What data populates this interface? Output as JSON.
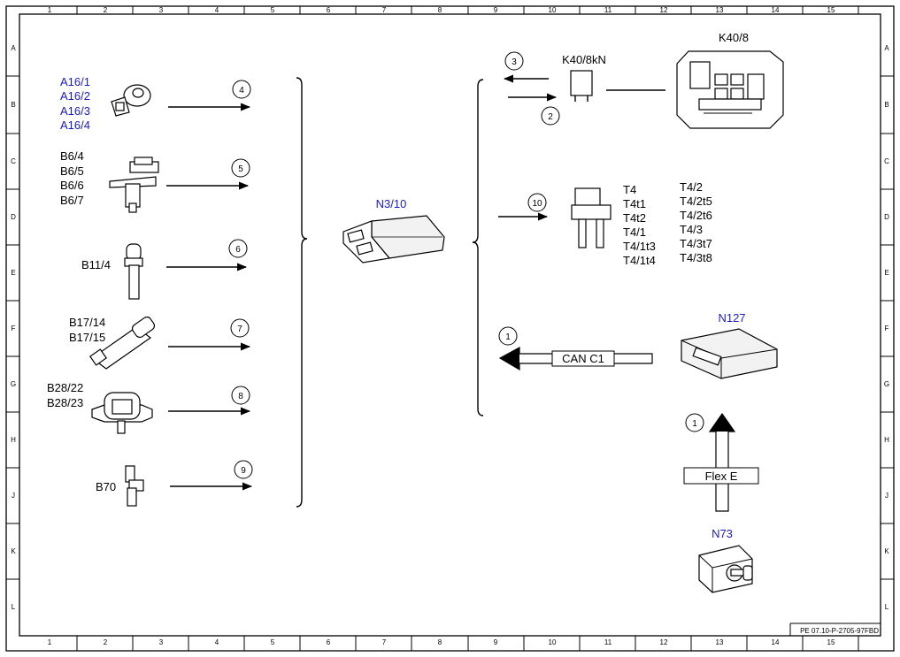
{
  "grid": {
    "columns": [
      "1",
      "2",
      "3",
      "4",
      "5",
      "6",
      "7",
      "8",
      "9",
      "10",
      "11",
      "12",
      "13",
      "14",
      "15"
    ],
    "rows": [
      "A",
      "B",
      "C",
      "D",
      "E",
      "F",
      "G",
      "H",
      "J",
      "K",
      "L"
    ]
  },
  "inputs": {
    "knock_sensors": [
      "A16/1",
      "A16/2",
      "A16/3",
      "A16/4"
    ],
    "camshaft_sensors": [
      "B6/4",
      "B6/5",
      "B6/6",
      "B6/7"
    ],
    "coolant_sensor": "B11/4",
    "charge_air_sensors": [
      "B17/14",
      "B17/15"
    ],
    "pressure_sensors": [
      "B28/22",
      "B28/23"
    ],
    "crankshaft_sensor": "B70"
  },
  "controller": "N3/10",
  "fuse_relay": {
    "module": "K40/8",
    "relay": "K40/8kN"
  },
  "ignition_coils": {
    "col1": [
      "T4",
      "T4t1",
      "T4t2",
      "T4/1",
      "T4/1t3",
      "T4/1t4"
    ],
    "col2": [
      "T4/2",
      "T4/2t5",
      "T4/2t6",
      "T4/3",
      "T4/3t7",
      "T4/3t8"
    ]
  },
  "gateway": "N127",
  "ignition_switch": "N73",
  "buses": {
    "can": "CAN C1",
    "flex": "Flex E"
  },
  "callouts": {
    "c1a": "1",
    "c1b": "1",
    "c2": "2",
    "c3": "3",
    "c4": "4",
    "c5": "5",
    "c6": "6",
    "c7": "7",
    "c8": "8",
    "c9": "9",
    "c10": "10"
  },
  "doc_ref": "PE 07.10-P-2705-97FBD",
  "colors": {
    "designation_blue": "#1a1acc",
    "line": "#000000"
  }
}
